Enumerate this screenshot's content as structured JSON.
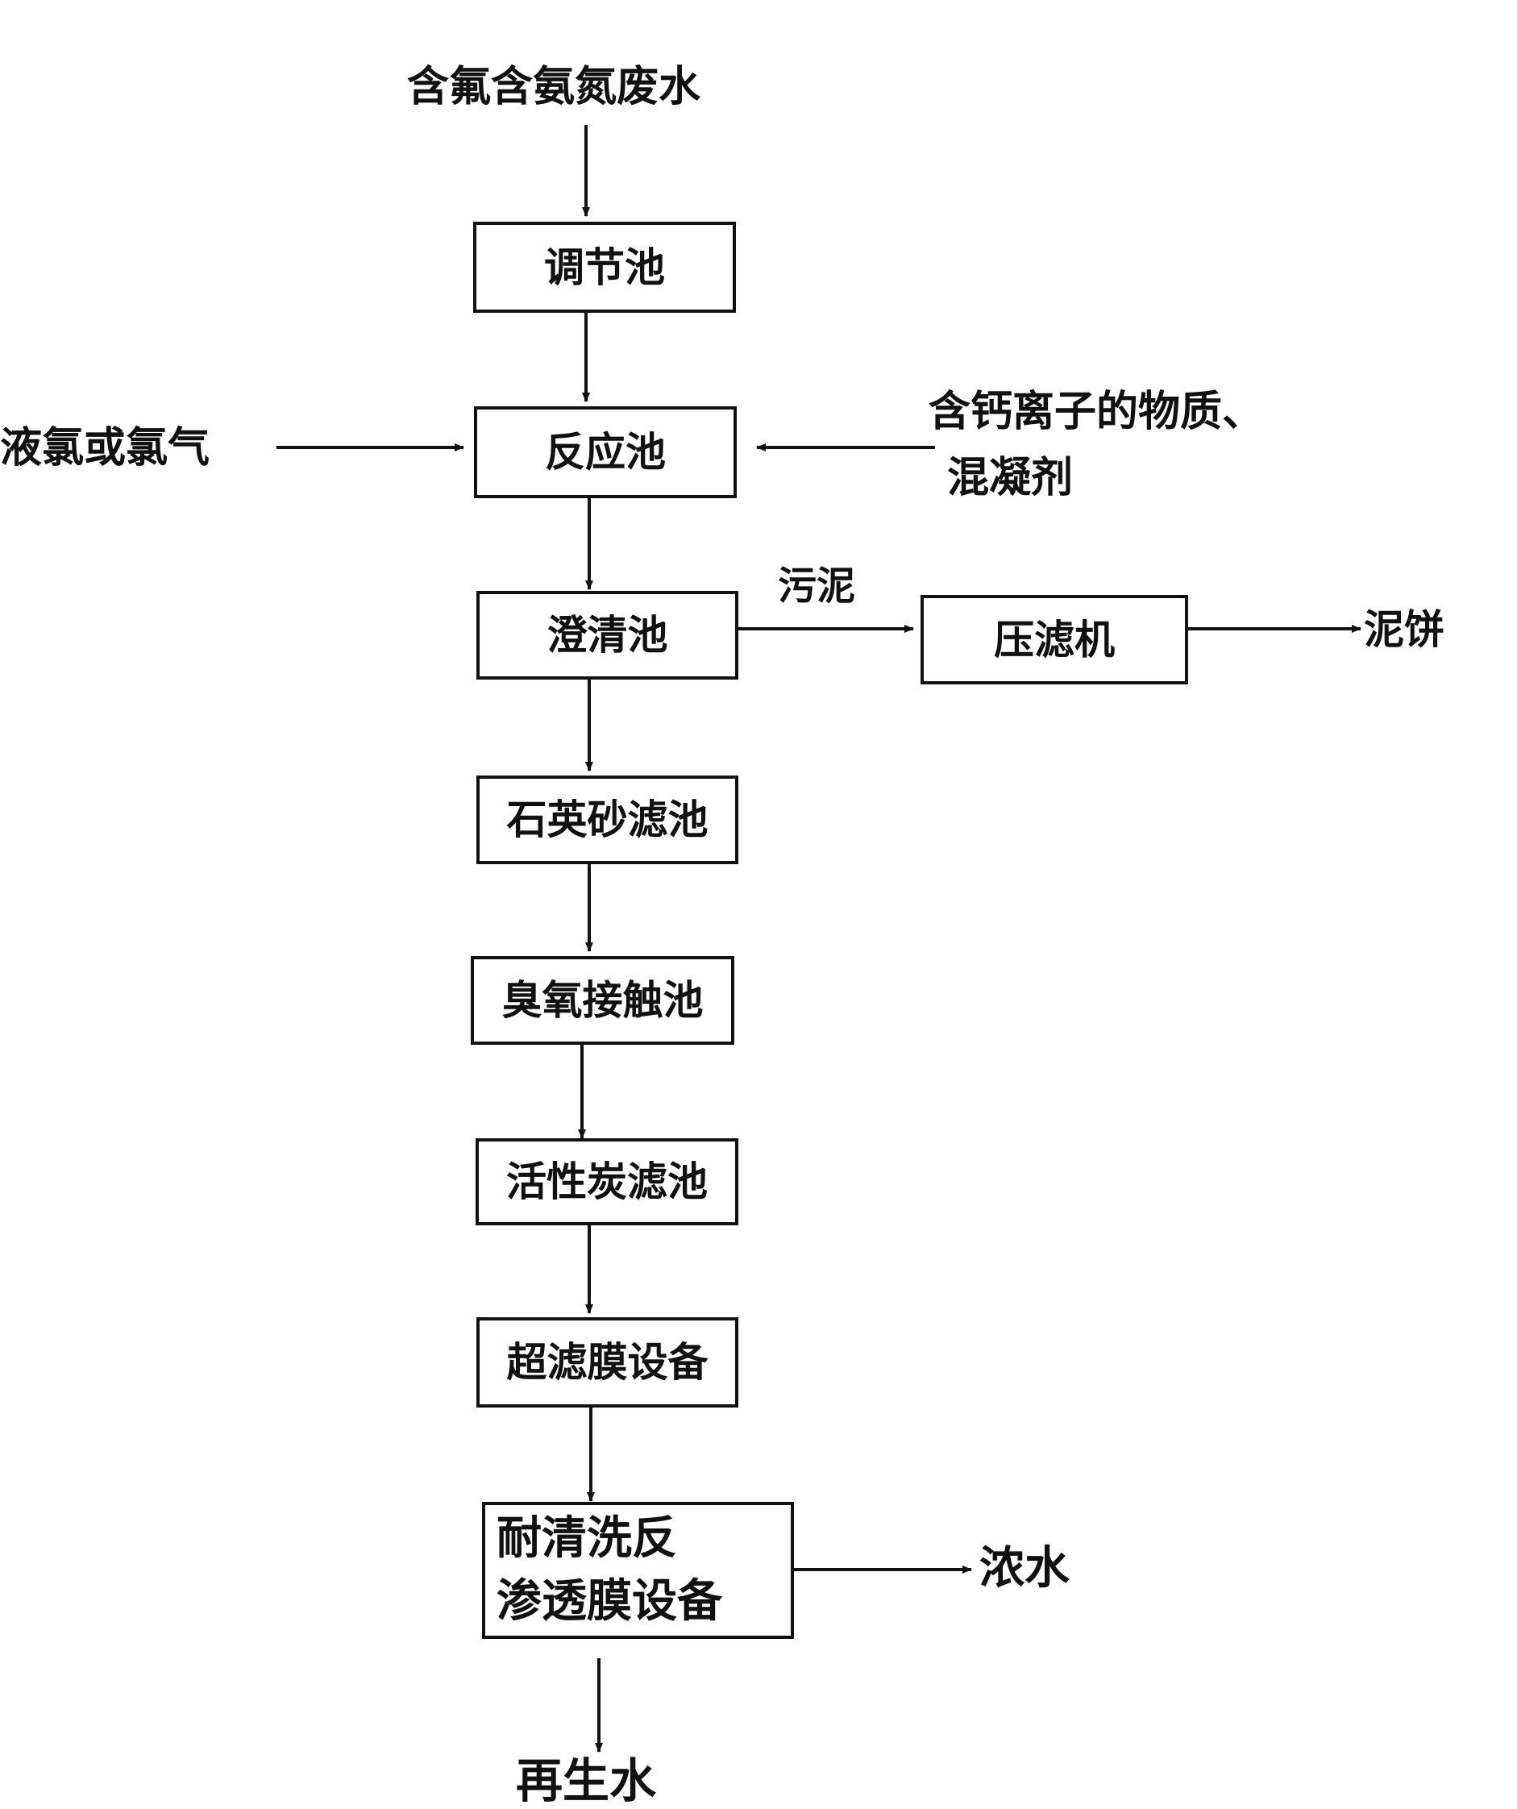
{
  "diagram": {
    "input": "含氟含氨氮废水",
    "nodes": {
      "regulating_tank": "调节池",
      "reaction_tank": "反应池",
      "clarifier": "澄清池",
      "filter_press": "压滤机",
      "quartz_sand_filter": "石英砂滤池",
      "ozone_contact_tank": "臭氧接触池",
      "activated_carbon_filter": "活性炭滤池",
      "ultrafiltration": "超滤膜设备",
      "ro_line1": "耐清洗反",
      "ro_line2": "渗透膜设备"
    },
    "side_inputs": {
      "chlorine": "液氯或氯气",
      "calcium_line1": "含钙离子的物质、",
      "calcium_line2": "混凝剂"
    },
    "edge_labels": {
      "sludge": "污泥"
    },
    "outputs": {
      "sludge_cake": "泥饼",
      "concentrate": "浓水",
      "reclaimed_water": "再生水"
    }
  }
}
